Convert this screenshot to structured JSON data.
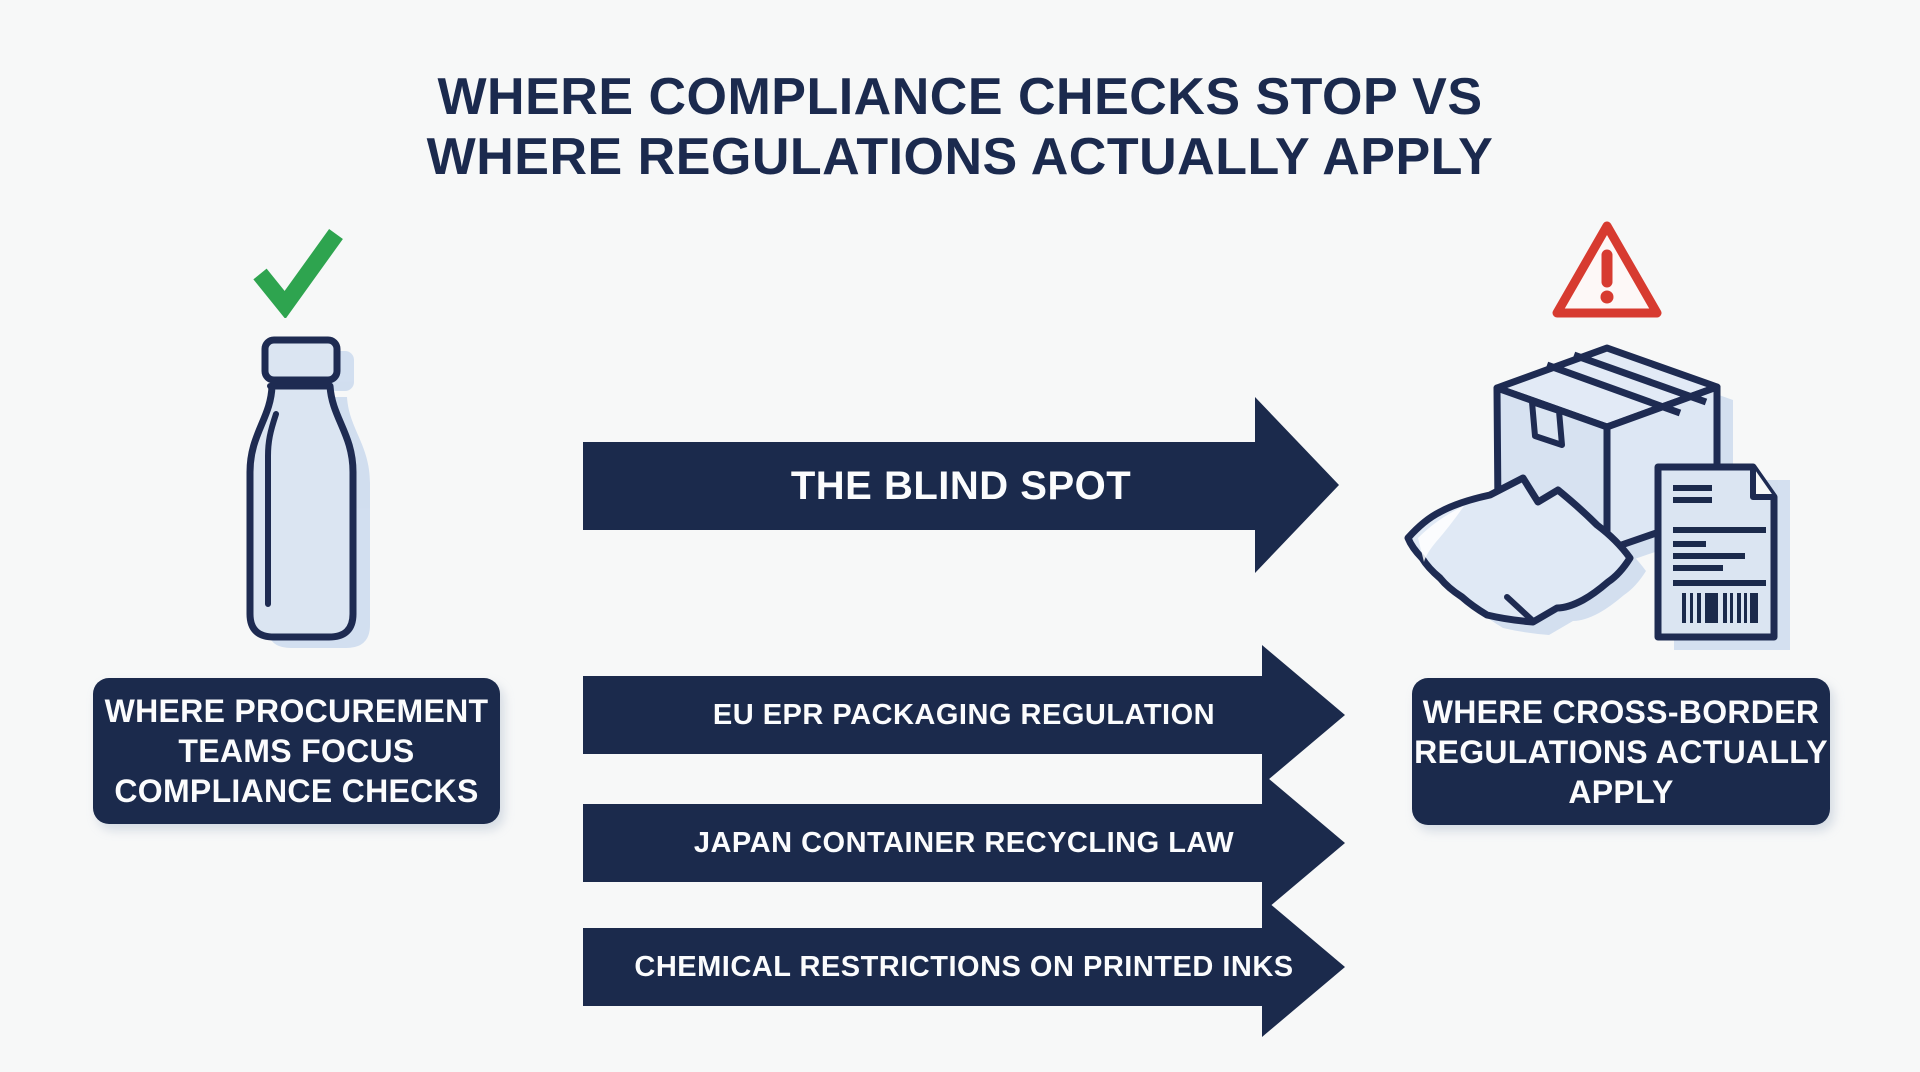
{
  "title": {
    "line1": "WHERE COMPLIANCE CHECKS STOP VS",
    "line2": "WHERE REGULATIONS ACTUALLY APPLY"
  },
  "left_panel": {
    "check_icon": "green-checkmark",
    "bottle_icon": "plastic-bottle",
    "caption": {
      "line1": "WHERE PROCUREMENT",
      "line2": "TEAMS FOCUS",
      "line3": "COMPLIANCE CHECKS"
    }
  },
  "blind_spot_arrow": {
    "label": "THE BLIND SPOT"
  },
  "regulation_arrows": [
    {
      "label": "EU EPR PACKAGING REGULATION"
    },
    {
      "label": "JAPAN CONTAINER RECYCLING LAW"
    },
    {
      "label": "CHEMICAL RESTRICTIONS ON PRINTED INKS"
    }
  ],
  "right_panel": {
    "warning_icon": "warning-triangle",
    "package_icons": [
      "cardboard-box",
      "crumpled-wrap",
      "shipping-document-with-barcode"
    ],
    "caption": {
      "line1": "WHERE CROSS-BORDER",
      "line2": "REGULATIONS ACTUALLY",
      "line3": "APPLY"
    }
  },
  "colors": {
    "navy": "#1b2a4c",
    "title_navy": "#1b2a4e",
    "light_blue_fill": "#dbe5f2",
    "shadow_blue": "#cbdaee",
    "green_check": "#2ea44f",
    "warning_red": "#d73b30",
    "background": "#f7f8f8",
    "text_white": "#fbfcfd"
  }
}
